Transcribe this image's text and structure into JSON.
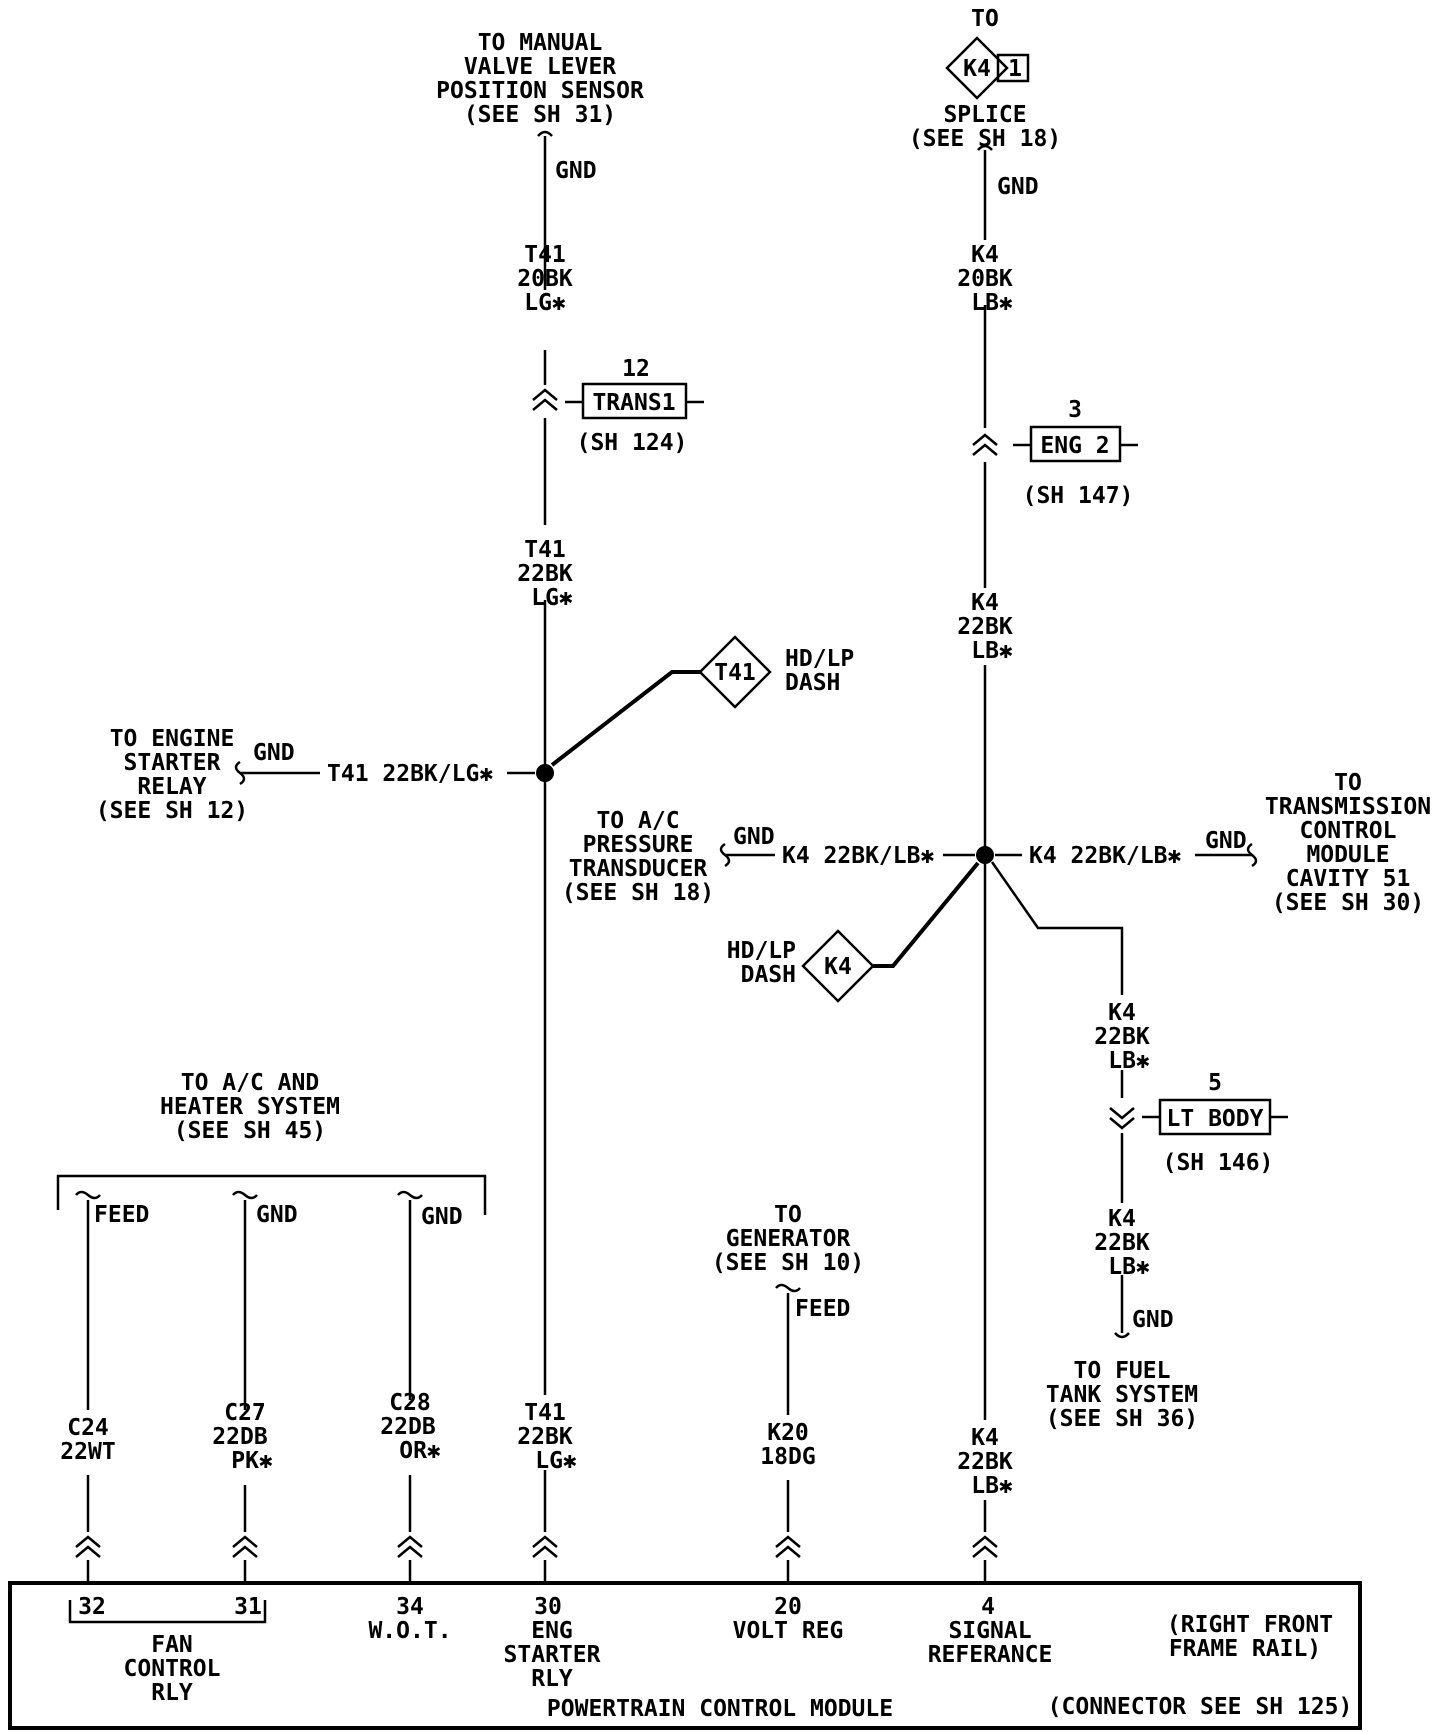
{
  "top_left": {
    "dest": [
      "TO MANUAL",
      "VALVE LEVER",
      "POSITION SENSOR",
      "(SEE SH 31)"
    ],
    "gnd": "GND",
    "wire_upper": [
      "T41",
      "20BK",
      "LG✱"
    ],
    "connector": {
      "num": "12",
      "name": "TRANS1",
      "sheet": "(SH 124)"
    },
    "wire_lower": [
      "T41",
      "22BK",
      "LG✱"
    ]
  },
  "top_right": {
    "to": "TO",
    "splice_id": "K4",
    "splice_num": "1",
    "dest": [
      "SPLICE",
      "(SEE SH 18)"
    ],
    "gnd": "GND",
    "wire_upper": [
      "K4",
      "20BK",
      "LB✱"
    ],
    "connector": {
      "num": "3",
      "name": "ENG 2",
      "sheet": "(SH 147)"
    },
    "wire_lower": [
      "K4",
      "22BK",
      "LB✱"
    ]
  },
  "t41_splice": {
    "id": "T41",
    "label": [
      "HD/LP",
      "DASH"
    ],
    "branch_dest": [
      "TO ENGINE",
      "STARTER",
      "RELAY",
      "(SEE SH 12)"
    ],
    "branch_gnd": "GND",
    "branch_wire": "T41 22BK/LG✱"
  },
  "k4_splice": {
    "id": "K4",
    "label": [
      "HD/LP",
      "DASH"
    ],
    "left_dest": [
      "TO A/C",
      "PRESSURE",
      "TRANSDUCER",
      "(SEE SH 18)"
    ],
    "left_gnd": "GND",
    "left_wire": "K4 22BK/LB✱",
    "right_wire": "K4 22BK/LB✱",
    "right_gnd": "GND",
    "right_dest": [
      "TO",
      "TRANSMISSION",
      "CONTROL",
      "MODULE",
      "CAVITY 51",
      "(SEE SH 30)"
    ]
  },
  "fuel_branch": {
    "wire_upper": [
      "K4",
      "22BK",
      "LB✱"
    ],
    "connector": {
      "num": "5",
      "name": "LT BODY",
      "sheet": "(SH 146)"
    },
    "wire_lower": [
      "K4",
      "22BK",
      "LB✱"
    ],
    "gnd": "GND",
    "dest": [
      "TO FUEL",
      "TANK SYSTEM",
      "(SEE SH 36)"
    ]
  },
  "ac_heater": {
    "dest": [
      "TO A/C AND",
      "HEATER SYSTEM",
      "(SEE SH 45)"
    ],
    "feed": "FEED",
    "gnd1": "GND",
    "gnd2": "GND"
  },
  "generator": {
    "dest": [
      "TO",
      "GENERATOR",
      "(SEE SH 10)"
    ],
    "feed": "FEED"
  },
  "bottom_wires": [
    {
      "lines": [
        "C24",
        "22WT"
      ],
      "pin": "32"
    },
    {
      "lines": [
        "C27",
        "22DB",
        "PK✱"
      ],
      "pin": "31"
    },
    {
      "lines": [
        "C28",
        "22DB",
        "OR✱"
      ],
      "pin": "34"
    },
    {
      "lines": [
        "T41",
        "22BK",
        "LG✱"
      ],
      "pin": "30"
    },
    {
      "lines": [
        "K20",
        "18DG"
      ],
      "pin": "20"
    },
    {
      "lines": [
        "K4",
        "22BK",
        "LB✱"
      ],
      "pin": "4"
    }
  ],
  "pcm": {
    "fan": [
      "FAN",
      "CONTROL",
      "RLY"
    ],
    "wot": "W.O.T.",
    "eng": [
      "ENG",
      "STARTER",
      "RLY"
    ],
    "volt": "VOLT REG",
    "signal": [
      "SIGNAL",
      "REFERANCE"
    ],
    "location": [
      "(RIGHT FRONT",
      "FRAME RAIL)"
    ],
    "title": "POWERTRAIN CONTROL MODULE",
    "connector_ref": "(CONNECTOR SEE SH 125)"
  }
}
